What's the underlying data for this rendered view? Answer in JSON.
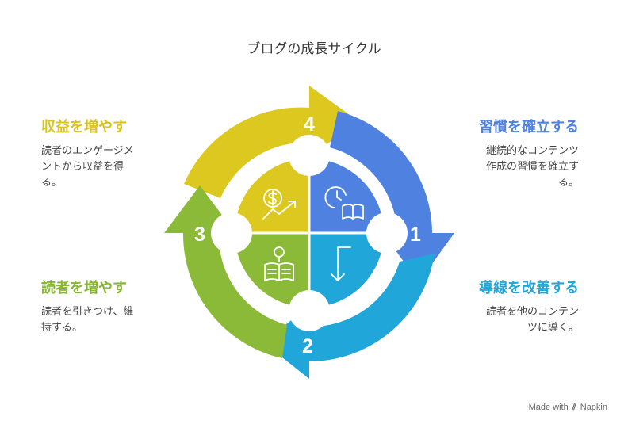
{
  "title": "ブログの成長サイクル",
  "steps": [
    {
      "number": "1",
      "heading": "習慣を確立する",
      "desc_lines": [
        "継続的なコンテンツ",
        "作成の習慣を確立す",
        "る。"
      ],
      "color": "#4f82e0",
      "icon": "clock-book-icon"
    },
    {
      "number": "2",
      "heading": "導線を改善する",
      "desc_lines": [
        "読者を他のコンテン",
        "ツに導く。"
      ],
      "color": "#22a6d8",
      "icon": "down-arrow-icon"
    },
    {
      "number": "3",
      "heading": "読者を増やす",
      "desc_lines": [
        "読者を引きつけ、維",
        "持する。"
      ],
      "color": "#86b536",
      "icon": "reader-icon"
    },
    {
      "number": "4",
      "heading": "収益を増やす",
      "desc_lines": [
        "読者のエンゲージメ",
        "ントから収益を得",
        "る。"
      ],
      "color": "#d8c41c",
      "icon": "dollar-growth-icon"
    }
  ],
  "branding": {
    "prefix": "Made with",
    "name": "Napkin"
  }
}
